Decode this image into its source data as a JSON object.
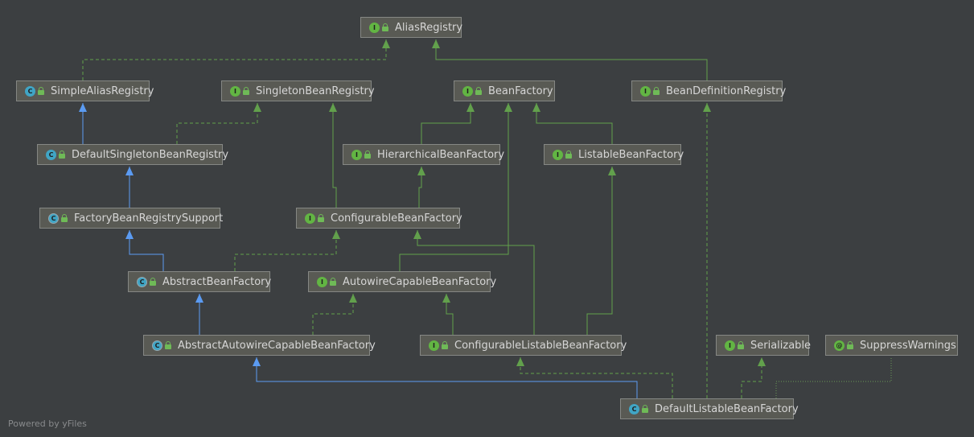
{
  "diagram": {
    "nodes": [
      {
        "id": "alias_registry",
        "label": "AliasRegistry",
        "kind": "interface",
        "badge": "I"
      },
      {
        "id": "simple_alias_registry",
        "label": "SimpleAliasRegistry",
        "kind": "class",
        "badge": "C"
      },
      {
        "id": "singleton_bean_registry",
        "label": "SingletonBeanRegistry",
        "kind": "interface",
        "badge": "I"
      },
      {
        "id": "bean_factory",
        "label": "BeanFactory",
        "kind": "interface",
        "badge": "I"
      },
      {
        "id": "bean_definition_registry",
        "label": "BeanDefinitionRegistry",
        "kind": "interface",
        "badge": "I"
      },
      {
        "id": "default_singleton_bean_registry",
        "label": "DefaultSingletonBeanRegistry",
        "kind": "class",
        "badge": "C"
      },
      {
        "id": "hierarchical_bean_factory",
        "label": "HierarchicalBeanFactory",
        "kind": "interface",
        "badge": "I"
      },
      {
        "id": "listable_bean_factory",
        "label": "ListableBeanFactory",
        "kind": "interface",
        "badge": "I"
      },
      {
        "id": "factory_bean_registry_support",
        "label": "FactoryBeanRegistrySupport",
        "kind": "abstract",
        "badge": "C"
      },
      {
        "id": "configurable_bean_factory",
        "label": "ConfigurableBeanFactory",
        "kind": "interface",
        "badge": "I"
      },
      {
        "id": "abstract_bean_factory",
        "label": "AbstractBeanFactory",
        "kind": "abstract",
        "badge": "C"
      },
      {
        "id": "autowire_capable_bean_factory",
        "label": "AutowireCapableBeanFactory",
        "kind": "interface",
        "badge": "I"
      },
      {
        "id": "abstract_autowire_capable_bean_factory",
        "label": "AbstractAutowireCapableBeanFactory",
        "kind": "abstract",
        "badge": "C"
      },
      {
        "id": "configurable_listable_bean_factory",
        "label": "ConfigurableListableBeanFactory",
        "kind": "interface",
        "badge": "I"
      },
      {
        "id": "serializable",
        "label": "Serializable",
        "kind": "interface",
        "badge": "I"
      },
      {
        "id": "suppress_warnings",
        "label": "SuppressWarnings",
        "kind": "annotation",
        "badge": "@"
      },
      {
        "id": "default_listable_bean_factory",
        "label": "DefaultListableBeanFactory",
        "kind": "class",
        "badge": "C"
      }
    ],
    "edges": [
      {
        "from": "simple_alias_registry",
        "to": "alias_registry",
        "type": "implements"
      },
      {
        "from": "bean_definition_registry",
        "to": "alias_registry",
        "type": "extends-interface"
      },
      {
        "from": "default_singleton_bean_registry",
        "to": "simple_alias_registry",
        "type": "extends"
      },
      {
        "from": "default_singleton_bean_registry",
        "to": "singleton_bean_registry",
        "type": "implements"
      },
      {
        "from": "hierarchical_bean_factory",
        "to": "bean_factory",
        "type": "extends-interface"
      },
      {
        "from": "listable_bean_factory",
        "to": "bean_factory",
        "type": "extends-interface"
      },
      {
        "from": "factory_bean_registry_support",
        "to": "default_singleton_bean_registry",
        "type": "extends"
      },
      {
        "from": "configurable_bean_factory",
        "to": "hierarchical_bean_factory",
        "type": "extends-interface"
      },
      {
        "from": "configurable_bean_factory",
        "to": "singleton_bean_registry",
        "type": "extends-interface"
      },
      {
        "from": "abstract_bean_factory",
        "to": "factory_bean_registry_support",
        "type": "extends"
      },
      {
        "from": "abstract_bean_factory",
        "to": "configurable_bean_factory",
        "type": "implements"
      },
      {
        "from": "autowire_capable_bean_factory",
        "to": "bean_factory",
        "type": "extends-interface"
      },
      {
        "from": "abstract_autowire_capable_bean_factory",
        "to": "abstract_bean_factory",
        "type": "extends"
      },
      {
        "from": "abstract_autowire_capable_bean_factory",
        "to": "autowire_capable_bean_factory",
        "type": "implements"
      },
      {
        "from": "configurable_listable_bean_factory",
        "to": "autowire_capable_bean_factory",
        "type": "extends-interface"
      },
      {
        "from": "configurable_listable_bean_factory",
        "to": "configurable_bean_factory",
        "type": "extends-interface"
      },
      {
        "from": "configurable_listable_bean_factory",
        "to": "listable_bean_factory",
        "type": "extends-interface"
      },
      {
        "from": "default_listable_bean_factory",
        "to": "abstract_autowire_capable_bean_factory",
        "type": "extends"
      },
      {
        "from": "default_listable_bean_factory",
        "to": "configurable_listable_bean_factory",
        "type": "implements"
      },
      {
        "from": "default_listable_bean_factory",
        "to": "bean_definition_registry",
        "type": "implements"
      },
      {
        "from": "default_listable_bean_factory",
        "to": "serializable",
        "type": "implements"
      },
      {
        "from": "default_listable_bean_factory",
        "to": "suppress_warnings",
        "type": "annotated-by"
      }
    ]
  },
  "watermark": "Powered by yFiles",
  "colors": {
    "background": "#3c3f41",
    "node_fill": "#595a54",
    "node_border": "#858784",
    "text": "#d6d6d6",
    "extends_edge": "#5b9bf2",
    "interface_edge": "#62a04c",
    "annotation_edge": "#6a9a57",
    "interface_badge": "#62b543",
    "class_badge": "#40a5c5"
  }
}
